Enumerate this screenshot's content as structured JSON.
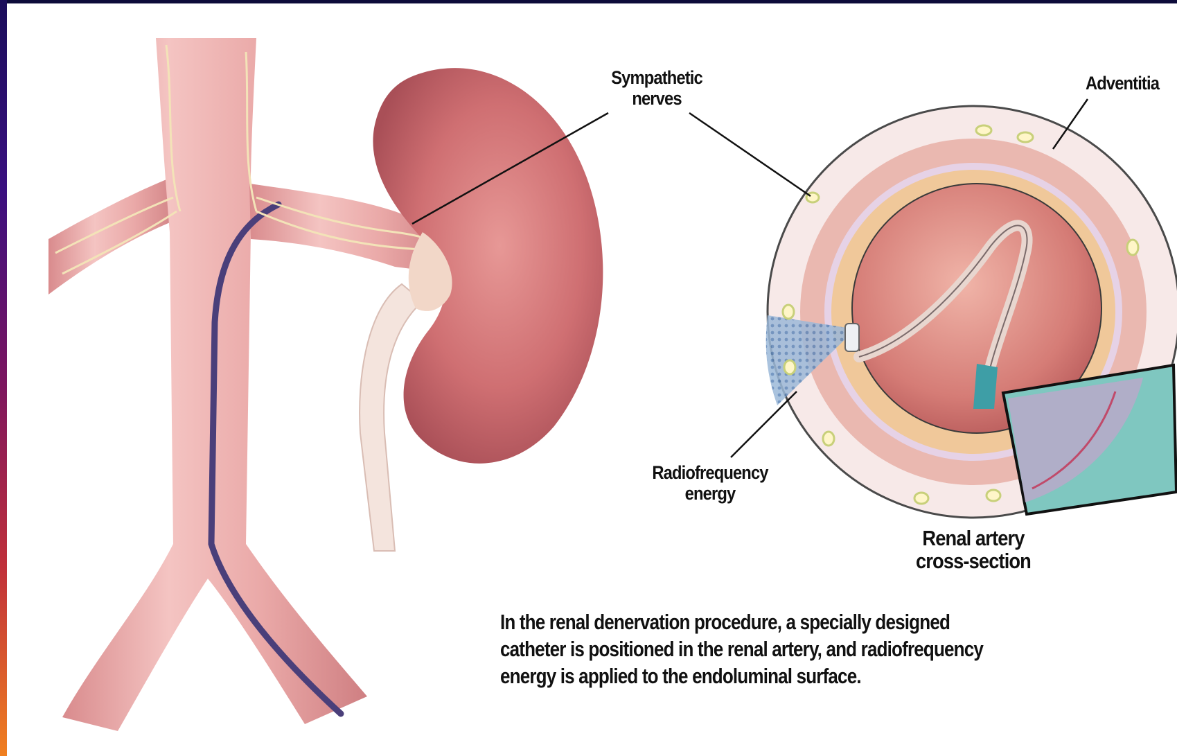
{
  "labels": {
    "sympathetic_nerves": [
      "Sympathetic",
      "nerves"
    ],
    "adventitia": "Adventitia",
    "radiofrequency_energy": [
      "Radiofrequency",
      "energy"
    ],
    "renal_artery_cross_section": [
      "Renal artery",
      "cross-section"
    ]
  },
  "caption": [
    "In the renal denervation procedure, a specially designed",
    "catheter is positioned in the renal artery, and radiofrequency",
    "energy is applied to the endoluminal surface."
  ],
  "colors": {
    "background_frame": "#0d0b3a",
    "vessel": "#e9a7a6",
    "kidney": "#cf6f72",
    "catheter_line": "#4a3f7a",
    "nerve": "#f3e3b8",
    "adventitia": "#f6e6e4",
    "inset_histology": "#7fc7c0"
  }
}
